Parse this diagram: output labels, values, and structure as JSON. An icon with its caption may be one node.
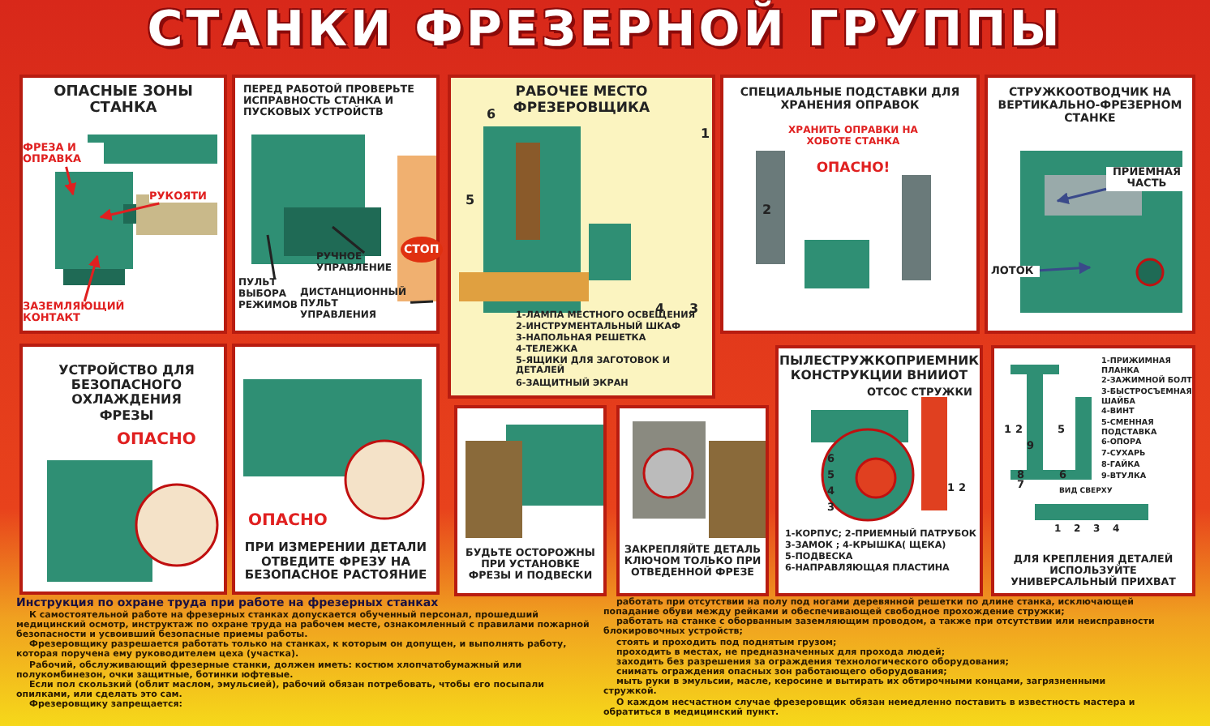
{
  "diagram": {
    "title": "СТАНКИ ФРЕЗЕРНОЙ ГРУППЫ",
    "nodes": [
      {
        "text": [
          "ОПАСНЫЕ ЗОНЫ СТАНКА"
        ]
      },
      {
        "text": [
          "ФРЕЗА И ОПРАВКА"
        ],
        "in": 0
      },
      {
        "text": [
          "РУКОЯТИ"
        ],
        "in": 0
      },
      {
        "text": [
          "ЗАЗЕМЛЯЮЩИЙ КОНТАКТ"
        ],
        "in": 0
      },
      {
        "text": [
          "ПЕРЕД РАБОТОЙ ПРОВЕРЬТЕ ИСПРАВНОСТЬ СТАНКА И ПУСКОВЫХ УСТРОЙСТВ"
        ]
      },
      {
        "text": [
          "РУЧНОЕ УПРАВЛЕНИЕ"
        ],
        "in": 4
      },
      {
        "text": [
          "ПУЛЬТ ВЫБОРА РЕЖИМОВ"
        ],
        "in": 4
      },
      {
        "text": [
          "ДИСТАНЦИОННЫЙ ПУЛЬТ УПРАВЛЕНИЯ"
        ],
        "in": 4
      },
      {
        "text": [
          "РАБОЧЕЕ МЕСТО ФРЕЗЕРОВЩИКА",
          "1-ЛАМПА МЕСТНОГО ОСВЕЩЕНИЯ",
          "2-ИНСТРУМЕНТАЛЬНЫЙ ШКАФ",
          "3-НАПОЛЬНАЯ РЕШЕТКА",
          "4-ТЕЛЕЖКА",
          "5-ЯЩИКИ ДЛЯ ЗАГОТОВОК И ДЕТАЛЕЙ",
          "6-ЗАЩИТНЫЙ ЭКРАН"
        ]
      },
      {
        "text": [
          "СПЕЦИАЛЬНЫЕ ПОДСТАВКИ ДЛЯ ХРАНЕНИЯ ОПРАВОК",
          "ХРАНИТЬ ОПРАВКИ НА ХОБОТЕ СТАНКА",
          "ОПАСНО!"
        ]
      },
      {
        "text": [
          "СТРУЖКООТВОДЧИК НА ВЕРТИКАЛЬНО-ФРЕЗЕРНОМ СТАНКЕ"
        ]
      },
      {
        "text": [
          "ПРИЕМНАЯ ЧАСТЬ"
        ],
        "in": 10
      },
      {
        "text": [
          "ЛОТОК"
        ],
        "in": 10
      },
      {
        "text": [
          "УСТРОЙСТВО ДЛЯ БЕЗОПАСНОГО ОХЛАЖДЕНИЯ ФРЕЗЫ",
          "ОПАСНО"
        ]
      },
      {
        "text": [
          "ОПАСНО",
          "ПРИ ИЗМЕРЕНИИ ДЕТАЛИ ОТВЕДИТЕ ФРЕЗУ НА БЕЗОПАСНОЕ РАСТОЯНИЕ"
        ]
      },
      {
        "text": [
          "БУДЬТЕ ОСТОРОЖНЫ ПРИ УСТАНОВКЕ ФРЕЗЫ И ПОДВЕСКИ"
        ]
      },
      {
        "text": [
          "ЗАКРЕПЛЯЙТЕ ДЕТАЛЬ КЛЮЧОМ ТОЛЬКО ПРИ ОТВЕДЕННОЙ ФРЕЗЕ"
        ]
      },
      {
        "text": [
          "ПЫЛЕСТРУЖКОПРИЕМНИК КОНСТРУКЦИИ ВНИИОТ",
          "ОТСОС СТРУЖКИ",
          "1-КОРПУС; 2-ПРИЕМНЫЙ ПАТРУБОК",
          "3-ЗАМОК ; 4-КРЫШКА( ЩЕКА)",
          "5-ПОДВЕСКА",
          "6-НАПРАВЛЯЮЩАЯ ПЛАСТИНА"
        ]
      },
      {
        "text": [
          "1-ПРИЖИМНАЯ ПЛАНКА",
          "2-ЗАЖИМНОЙ БОЛТ",
          "3-БЫСТРОСЪЕМНАЯ ШАЙБА",
          "4-ВИНТ",
          "5-СМЕННАЯ ПОДСТАВКА",
          "6-ОПОРА",
          "7-СУХАРЬ",
          "8-ГАЙКА",
          "9-ВТУЛКА",
          "ВИД СВЕРХУ",
          "ДЛЯ КРЕПЛЕНИЯ ДЕТАЛЕЙ ИСПОЛЬЗУЙТЕ УНИВЕРСАЛЬНЫЙ ПРИХВАТ"
        ]
      }
    ],
    "edges": [
      {
        "from": 1,
        "to": null,
        "arrow": "to",
        "color": "#e02020"
      },
      {
        "from": 2,
        "to": null,
        "arrow": "to",
        "color": "#e02020"
      },
      {
        "from": 3,
        "to": null,
        "arrow": "to",
        "color": "#e02020"
      },
      {
        "from": 5,
        "to": null,
        "arrow": "none",
        "color": "#222222"
      },
      {
        "from": 6,
        "to": null,
        "arrow": "none",
        "color": "#222222"
      },
      {
        "from": 7,
        "to": null,
        "arrow": "none",
        "color": "#222222"
      },
      {
        "from": 11,
        "to": null,
        "arrow": "to",
        "color": "#3a4a8a"
      },
      {
        "from": 12,
        "to": null,
        "arrow": "to",
        "color": "#3a4a8a"
      }
    ],
    "labels": [
      "СТОП",
      "6",
      "1",
      "5",
      "2",
      "4",
      "3",
      "6",
      "5",
      "4",
      "3",
      "1",
      "2",
      "1",
      "2",
      "5",
      "9",
      "8",
      "6",
      "7",
      "1",
      "2",
      "3",
      "4",
      "Инструкция по охране труда при работе на фрезерных станках",
      "К самостоятельной работе на фрезерных станках допускается обученный персонал, прошедший медицинский осмотр, инструктаж по охране труда на рабочем месте, ознакомленный с правилами пожарной безопасности и усвоивший безопасные приемы работы.",
      "Фрезеровщику разрешается работать только на станках, к которым он допущен, и выполнять работу, которая поручена ему руководителем цеха (участка).",
      "Рабочий, обслуживающий фрезерные станки, должен иметь: костюм хлопчатобумажный или полукомбинезон, очки защитные, ботинки юфтевые.",
      "Если пол скользкий (облит маслом, эмульсией), рабочий обязан потребовать, чтобы его посыпали опилками, или сделать это сам.",
      "Фрезеровщику запрещается:",
      "работать при отсутствии на полу под ногами деревянной решетки по длине станка, исключающей попадание обуви между рейками и обеспечивающей свободное прохождение стружки;",
      "работать на станке с оборванным заземляющим проводом, а также при отсутствии или неисправности блокировочных устройств;",
      "стоять и проходить под поднятым грузом;",
      "проходить в местах, не предназначенных для прохода людей;",
      "заходить без разрешения за ограждения технологического оборудования;",
      "снимать ограждения опасных зон работающего оборудования;",
      "мыть руки в эмульсии, масле, керосине и вытирать их обтирочными концами, загрязненными стружкой.",
      "О каждом несчастном случае фрезеровщик обязан немедленно поставить в известность мастера и обратиться в медицинский пункт."
    ]
  }
}
